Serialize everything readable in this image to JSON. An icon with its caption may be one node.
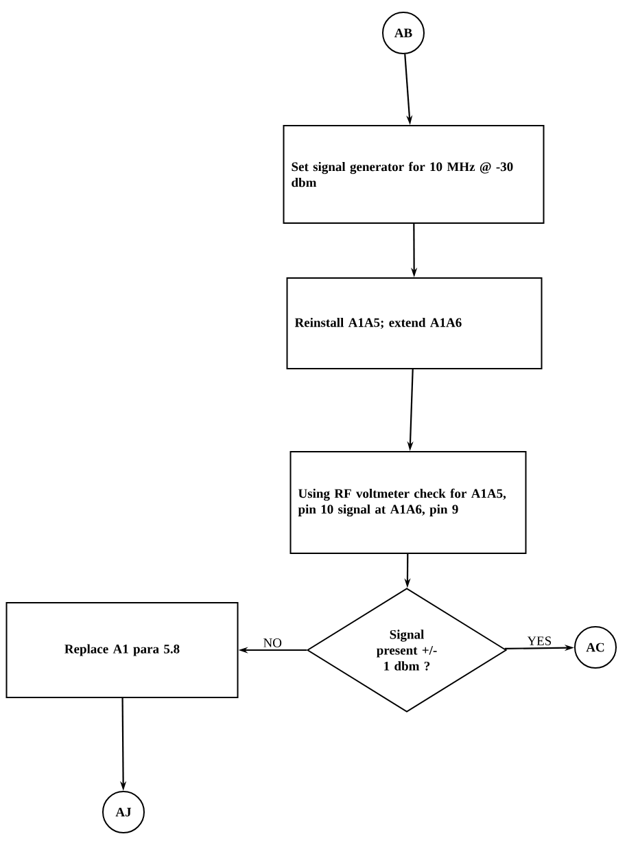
{
  "diagram": {
    "nodes": [
      {
        "text": [
          "AB"
        ]
      },
      {
        "text": [
          "Set signal generator for 10 MHz @ -30 dbm"
        ]
      },
      {
        "text": [
          "Reinstall A1A5; extend A1A6"
        ]
      },
      {
        "text": [
          "Using RF voltmeter check for A1A5, pin 10 signal at A1A6, pin 9"
        ]
      },
      {
        "text": [
          "Replace A1 para 5.8"
        ]
      },
      {
        "text": [
          "Signal present +/- 1 dbm ?"
        ]
      },
      {
        "text": [
          "AC"
        ]
      },
      {
        "text": [
          "AJ"
        ]
      }
    ],
    "edges": [
      {
        "from": 0,
        "to": 1,
        "arrow": "to"
      },
      {
        "from": 1,
        "to": 2,
        "arrow": "to"
      },
      {
        "from": 2,
        "to": 3,
        "arrow": "to"
      },
      {
        "from": 3,
        "to": 5,
        "arrow": "to"
      },
      {
        "from": 5,
        "to": 4,
        "arrow": "to",
        "label": "NO"
      },
      {
        "from": 5,
        "to": 6,
        "arrow": "to",
        "label": "YES"
      },
      {
        "from": 4,
        "to": 7,
        "arrow": "to"
      }
    ]
  }
}
